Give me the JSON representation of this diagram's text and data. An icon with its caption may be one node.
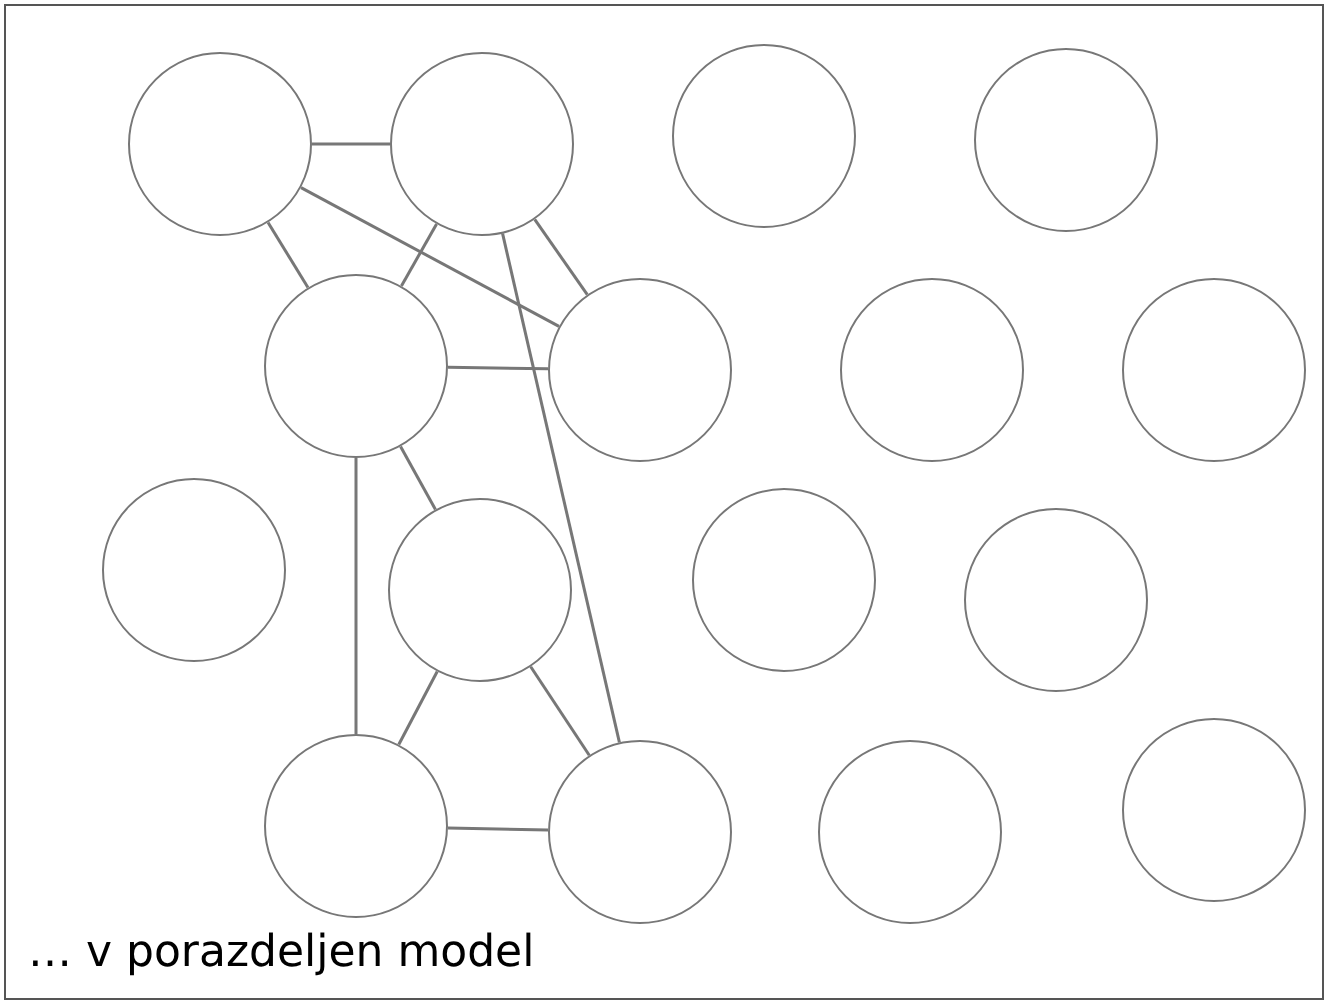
{
  "diagram": {
    "caption": "… v porazdeljen model",
    "nodes": [
      {
        "text": [],
        "shape": "circle"
      },
      {
        "text": [],
        "shape": "circle"
      },
      {
        "text": [],
        "shape": "circle"
      },
      {
        "text": [],
        "shape": "circle"
      },
      {
        "text": [],
        "shape": "circle"
      },
      {
        "text": [],
        "shape": "circle"
      },
      {
        "text": [],
        "shape": "circle"
      },
      {
        "text": [],
        "shape": "circle"
      },
      {
        "text": [],
        "shape": "circle"
      },
      {
        "text": [],
        "shape": "circle"
      },
      {
        "text": [],
        "shape": "circle"
      },
      {
        "text": [],
        "shape": "circle"
      },
      {
        "text": [],
        "shape": "circle"
      },
      {
        "text": [],
        "shape": "circle"
      },
      {
        "text": [],
        "shape": "circle"
      },
      {
        "text": [],
        "shape": "circle"
      }
    ],
    "edges": [
      {
        "from": 0,
        "to": 1,
        "arrow": "none"
      },
      {
        "from": 0,
        "to": 4,
        "arrow": "none"
      },
      {
        "from": 0,
        "to": 5,
        "arrow": "none"
      },
      {
        "from": 1,
        "to": 4,
        "arrow": "none"
      },
      {
        "from": 1,
        "to": 5,
        "arrow": "none"
      },
      {
        "from": 1,
        "to": 13,
        "arrow": "none"
      },
      {
        "from": 4,
        "to": 5,
        "arrow": "none"
      },
      {
        "from": 4,
        "to": 9,
        "arrow": "none"
      },
      {
        "from": 4,
        "to": 12,
        "arrow": "none"
      },
      {
        "from": 9,
        "to": 12,
        "arrow": "none"
      },
      {
        "from": 9,
        "to": 13,
        "arrow": "none"
      },
      {
        "from": 12,
        "to": 13,
        "arrow": "none"
      }
    ]
  }
}
